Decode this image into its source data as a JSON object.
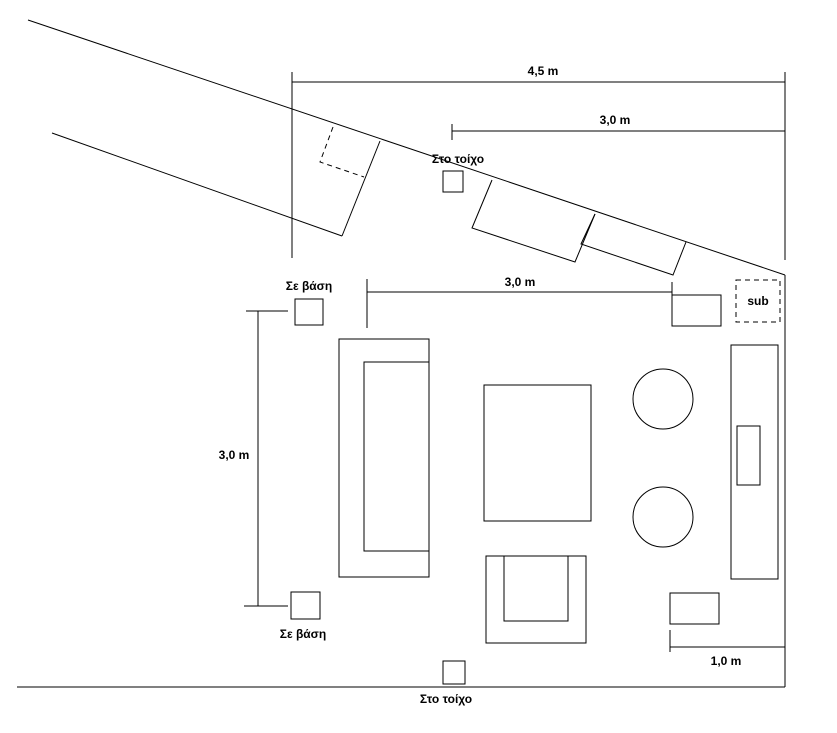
{
  "labels": {
    "wall_speaker_top": "Στο τοίχο",
    "wall_speaker_bottom": "Στο τοίχο",
    "stand_speaker_top": "Σε βάση",
    "stand_speaker_bottom": "Σε βάση",
    "subwoofer": "sub"
  },
  "dimensions": {
    "total_width": "4,5 m",
    "upper_width": "3,0 m",
    "speaker_spacing": "3,0 m",
    "room_depth": "3,0 m",
    "side_offset": "1,0 m"
  }
}
